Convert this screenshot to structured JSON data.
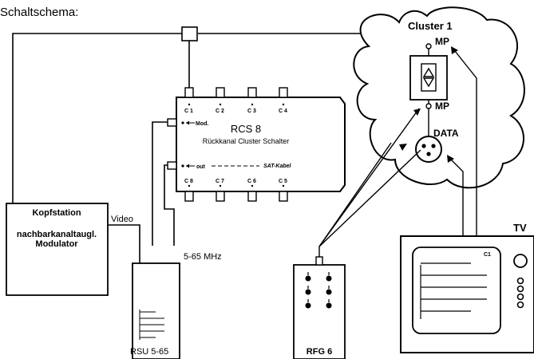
{
  "title": "Schaltschema:",
  "headend": {
    "line1": "Kopfstation",
    "line2": "nachbarkanaltaugl.",
    "line3": "Modulator"
  },
  "video_label": "Video",
  "freq_label": "5-65 MHz",
  "rsu_label": "RSU 5-65",
  "rfg_label": "RFG 6",
  "rcs": {
    "name": "RCS 8",
    "subtitle": "Rückkanal Cluster Schalter",
    "brand": "SAT-Kabel",
    "mod_label": "Mod.",
    "out_label": "out",
    "ports_top": [
      "C 1",
      "C 2",
      "C 3",
      "C 4"
    ],
    "ports_bottom": [
      "C 8",
      "C 7",
      "C 6",
      "C 5"
    ]
  },
  "cluster": {
    "title": "Cluster 1",
    "mp_top": "MP",
    "mp_bottom": "MP",
    "data": "DATA"
  },
  "tv": {
    "label": "TV",
    "channel": "C1"
  }
}
